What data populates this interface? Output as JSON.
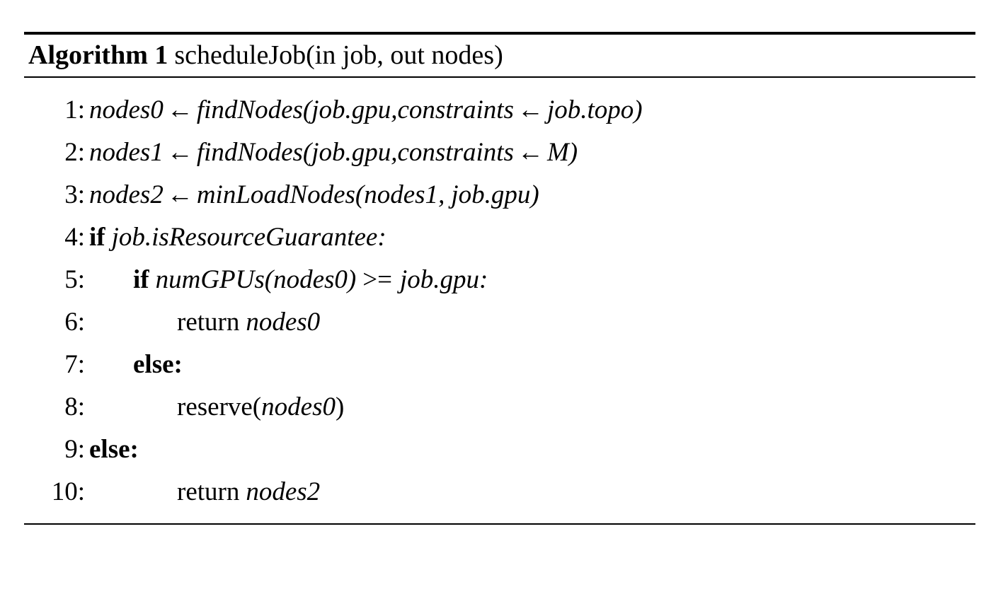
{
  "algorithm": {
    "caption_label": "Algorithm 1",
    "caption_title": "scheduleJob(in job, out nodes)",
    "lines": [
      {
        "number": "1:",
        "indent": 0,
        "text": "nodes0 ← findNodes(job.gpu, constraints ← job.topo)",
        "parts": {
          "target": "nodes0",
          "arrow": "←",
          "call": "findNodes(",
          "arg1": "job.gpu",
          "comma": ",",
          "arg2": "constraints",
          "arrow2": "←",
          "arg3": "job.topo",
          "close": ")"
        }
      },
      {
        "number": "2:",
        "indent": 0,
        "text": "nodes1 ← findNodes(job.gpu, constraints ← M)",
        "parts": {
          "target": "nodes1",
          "arrow": "←",
          "call": "findNodes(",
          "arg1": "job.gpu",
          "comma": ",",
          "arg2": "constraints",
          "arrow2": "←",
          "arg3": "M",
          "close": ")"
        }
      },
      {
        "number": "3:",
        "indent": 0,
        "text": "nodes2 ← minLoadNodes(nodes1, job.gpu)",
        "parts": {
          "target": "nodes2",
          "arrow": "←",
          "call": "minLoadNodes(",
          "arg1": "nodes1",
          "comma": ",",
          "arg2": "job.gpu",
          "close": ")"
        }
      },
      {
        "number": "4:",
        "indent": 0,
        "text": "if job.isResourceGuarantee:",
        "parts": {
          "keyword": "if",
          "condition": "job.isResourceGuarantee",
          "colon": ":"
        }
      },
      {
        "number": "5:",
        "indent": 1,
        "text": "if numGPUs(nodes0) >= job.gpu:",
        "parts": {
          "keyword": "if",
          "fn": "numGPUs(",
          "arg1": "nodes0",
          "close": ")",
          "operator": ">=",
          "arg2": "job.gpu",
          "colon": ":"
        }
      },
      {
        "number": "6:",
        "indent": 2,
        "text": "return nodes0",
        "parts": {
          "statement": "return",
          "value": "nodes0"
        }
      },
      {
        "number": "7:",
        "indent": 1,
        "text": "else:",
        "parts": {
          "keyword": "else",
          "colon": ":"
        }
      },
      {
        "number": "8:",
        "indent": 2,
        "text": "reserve(nodes0)",
        "parts": {
          "statement": "reserve(",
          "value": "nodes0",
          "close": ")"
        }
      },
      {
        "number": "9:",
        "indent": 0,
        "text": "else:",
        "parts": {
          "keyword": "else",
          "colon": ":"
        }
      },
      {
        "number": "10:",
        "indent": 2,
        "text": "return nodes2",
        "parts": {
          "statement": "return",
          "value": "nodes2"
        }
      }
    ]
  }
}
